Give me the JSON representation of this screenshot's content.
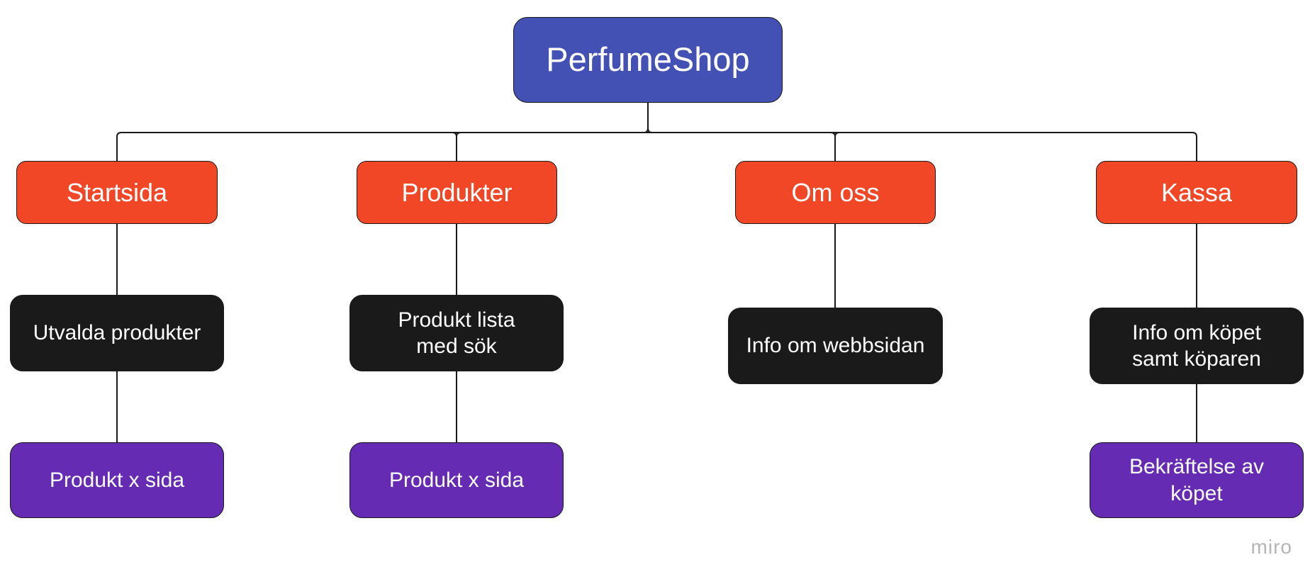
{
  "diagram": {
    "root": {
      "label": "PerfumeShop",
      "color": "#4350b4"
    },
    "branches": [
      {
        "label": "Startsida",
        "color": "#f24726",
        "children": [
          {
            "label": "Utvalda produkter",
            "children": [
              {
                "label": "Produkt x sida"
              }
            ]
          }
        ]
      },
      {
        "label": "Produkter",
        "color": "#f24726",
        "children": [
          {
            "label": "Produkt lista\nmed sök",
            "children": [
              {
                "label": "Produkt x sida"
              }
            ]
          }
        ]
      },
      {
        "label": "Om oss",
        "color": "#f24726",
        "children": [
          {
            "label": "Info om webbsidan",
            "children": []
          }
        ]
      },
      {
        "label": "Kassa",
        "color": "#f24726",
        "children": [
          {
            "label": "Info om köpet\nsamt köparen",
            "children": [
              {
                "label": "Bekräftelse av\nköpet"
              }
            ]
          }
        ]
      }
    ],
    "level2_color": "#1a1a1a",
    "level3_color": "#652cb3"
  },
  "watermark": "miro"
}
